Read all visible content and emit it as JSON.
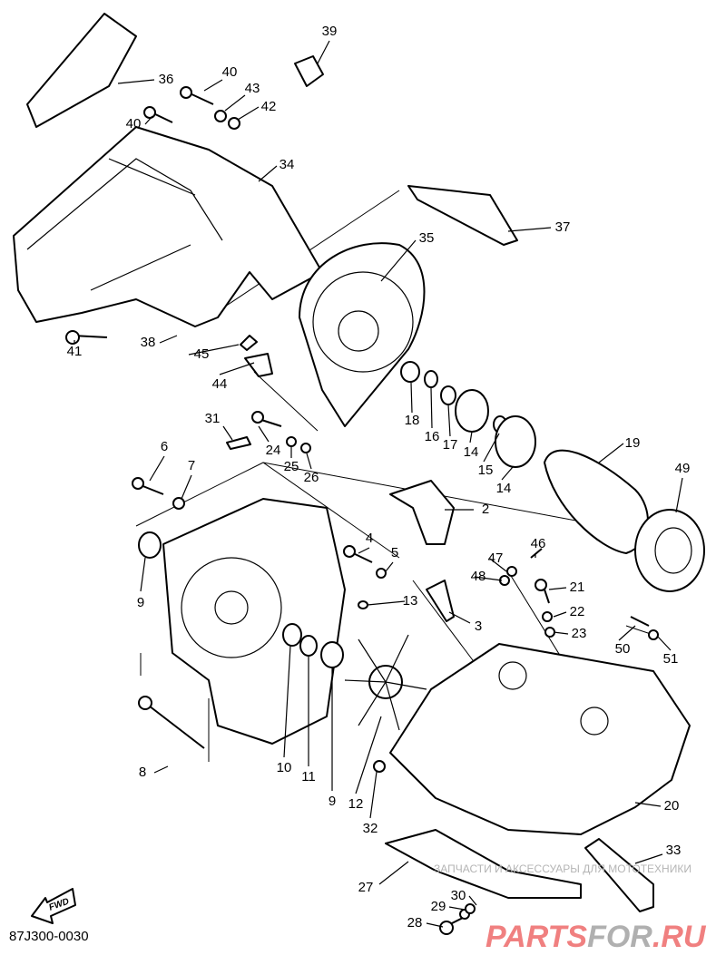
{
  "diagram": {
    "drawing_code": "87J300-0030",
    "forward_arrow_label": "FWD",
    "watermark": {
      "line1": "ЗАПЧАСТИ И АКСЕССУАРЫ ДЛЯ МОТОТЕХНИКИ",
      "brand_a": "PARTS",
      "brand_b": "FOR",
      "brand_c": ".RU",
      "color_red": "#f08080",
      "color_gray": "#b0b0b0"
    },
    "callouts": [
      "39",
      "36",
      "40",
      "43",
      "42",
      "40",
      "34",
      "37",
      "35",
      "38",
      "45",
      "41",
      "44",
      "18",
      "16",
      "17",
      "14",
      "15",
      "14",
      "31",
      "24",
      "25",
      "26",
      "6",
      "7",
      "19",
      "49",
      "2",
      "4",
      "5",
      "46",
      "47",
      "48",
      "21",
      "22",
      "23",
      "9",
      "13",
      "3",
      "50",
      "51",
      "10",
      "11",
      "9",
      "12",
      "8",
      "32",
      "20",
      "33",
      "27",
      "30",
      "29",
      "28"
    ]
  }
}
